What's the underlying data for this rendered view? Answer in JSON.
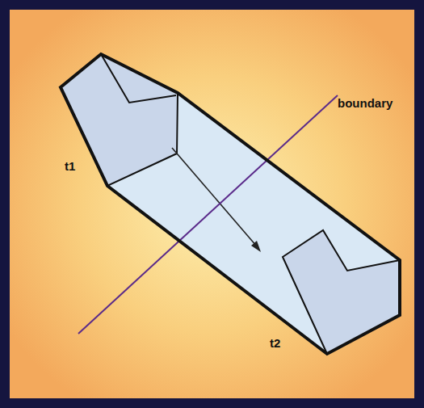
{
  "diagram": {
    "labels": [
      "boundary",
      "t1",
      "t2"
    ]
  }
}
